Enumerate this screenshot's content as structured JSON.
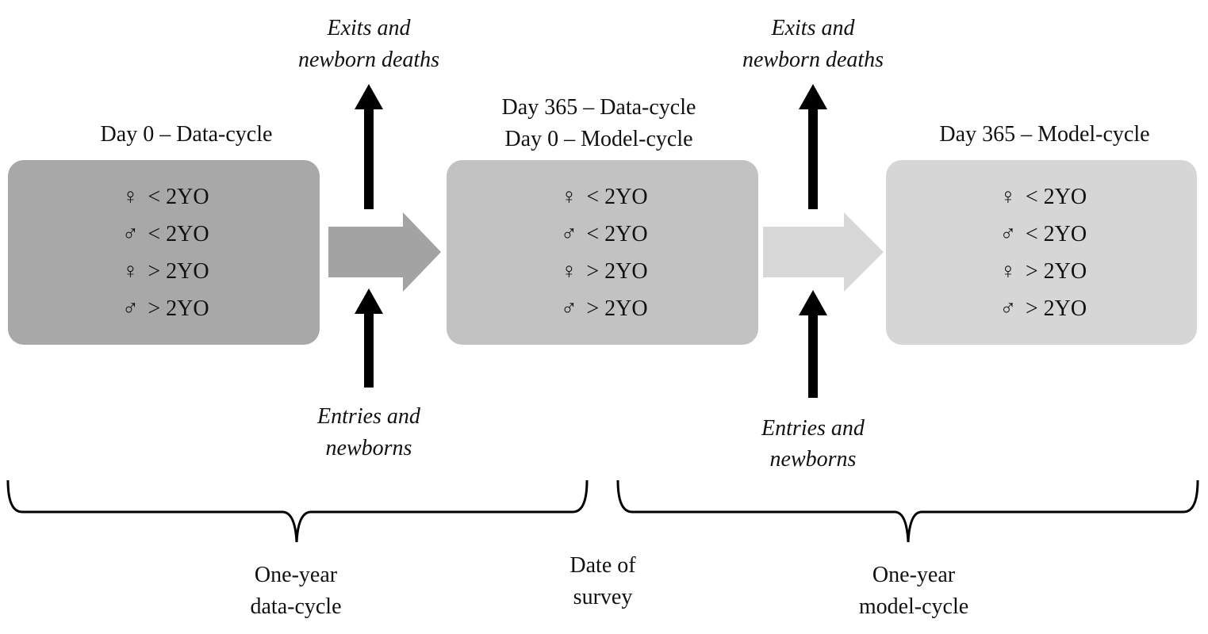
{
  "stage_titles": {
    "left": [
      "Day 0 – Data-cycle"
    ],
    "middle": [
      "Day 365 – Data-cycle",
      "Day 0 – Model-cycle"
    ],
    "right": [
      "Day 365 – Model-cycle"
    ]
  },
  "box_rows": [
    {
      "symbol": "♀",
      "text": "< 2YO"
    },
    {
      "symbol": "♂",
      "text": "< 2YO"
    },
    {
      "symbol": "♀",
      "text": "> 2YO"
    },
    {
      "symbol": "♂",
      "text": "> 2YO"
    }
  ],
  "flows": {
    "exits_line1": "Exits and",
    "exits_line2": "newborn deaths",
    "entries_line1": "Entries and",
    "entries_line2": "newborns"
  },
  "bottom": {
    "left_line1": "One-year",
    "left_line2": "data-cycle",
    "center_line1": "Date of",
    "center_line2": "survey",
    "right_line1": "One-year",
    "right_line2": "model-cycle"
  },
  "colors": {
    "box_left": "#a8a8a8",
    "box_middle": "#c2c2c2",
    "box_right": "#d6d6d6",
    "arrow_left": "#a3a3a3",
    "arrow_right": "#d8d8d8",
    "flow_arrow": "#000000"
  }
}
